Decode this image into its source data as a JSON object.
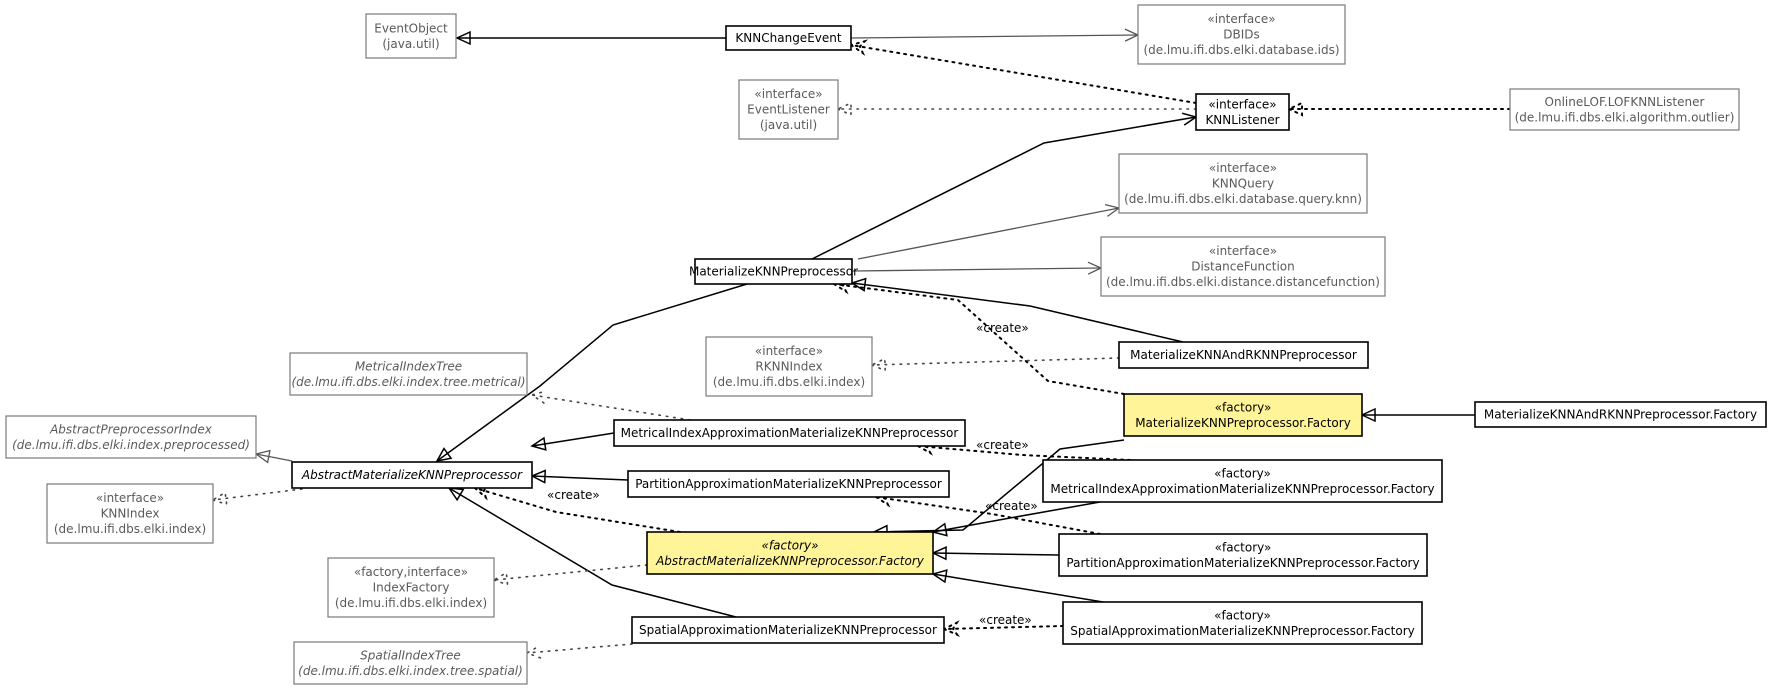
{
  "nodes": {
    "EventObject": {
      "lines": [
        "EventObject",
        "(java.util)"
      ]
    },
    "KNNChangeEvent": {
      "lines": [
        "KNNChangeEvent"
      ]
    },
    "DBIDs": {
      "lines": [
        "«interface»",
        "DBIDs",
        "(de.lmu.ifi.dbs.elki.database.ids)"
      ]
    },
    "EventListener": {
      "lines": [
        "«interface»",
        "EventListener",
        "(java.util)"
      ]
    },
    "KNNListener": {
      "lines": [
        "«interface»",
        "KNNListener"
      ]
    },
    "OnlineLOF": {
      "lines": [
        "OnlineLOF.LOFKNNListener",
        "(de.lmu.ifi.dbs.elki.algorithm.outlier)"
      ]
    },
    "KNNQuery": {
      "lines": [
        "«interface»",
        "KNNQuery",
        "(de.lmu.ifi.dbs.elki.database.query.knn)"
      ]
    },
    "DistanceFunction": {
      "lines": [
        "«interface»",
        "DistanceFunction",
        "(de.lmu.ifi.dbs.elki.distance.distancefunction)"
      ]
    },
    "MaterializeKNNPreprocessor": {
      "lines": [
        "MaterializeKNNPreprocessor"
      ]
    },
    "MaterializeKNNAndRKNNPreprocessor": {
      "lines": [
        "MaterializeKNNAndRKNNPreprocessor"
      ]
    },
    "RKNNIndex": {
      "lines": [
        "«interface»",
        "RKNNIndex",
        "(de.lmu.ifi.dbs.elki.index)"
      ]
    },
    "MetricalIndexTree": {
      "lines": [
        "MetricalIndexTree",
        "(de.lmu.ifi.dbs.elki.index.tree.metrical)"
      ]
    },
    "MaterializeKNNPreprocessorFactory": {
      "lines": [
        "«factory»",
        "MaterializeKNNPreprocessor.Factory"
      ]
    },
    "MaterializeKNNAndRKNNPreprocessorFactory": {
      "lines": [
        "MaterializeKNNAndRKNNPreprocessor.Factory"
      ]
    },
    "AbstractPreprocessorIndex": {
      "lines": [
        "AbstractPreprocessorIndex",
        "(de.lmu.ifi.dbs.elki.index.preprocessed)"
      ]
    },
    "MetricalIndexApproximation": {
      "lines": [
        "MetricalIndexApproximationMaterializeKNNPreprocessor"
      ]
    },
    "AbstractMaterializeKNNPreprocessor": {
      "lines": [
        "AbstractMaterializeKNNPreprocessor"
      ]
    },
    "MetricalIndexApproximationFactory": {
      "lines": [
        "«factory»",
        "MetricalIndexApproximationMaterializeKNNPreprocessor.Factory"
      ]
    },
    "KNNIndex": {
      "lines": [
        "«interface»",
        "KNNIndex",
        "(de.lmu.ifi.dbs.elki.index)"
      ]
    },
    "PartitionApproximation": {
      "lines": [
        "PartitionApproximationMaterializeKNNPreprocessor"
      ]
    },
    "AbstractMaterializeKNNPreprocessorFactory": {
      "lines": [
        "«factory»",
        "AbstractMaterializeKNNPreprocessor.Factory"
      ]
    },
    "PartitionApproximationFactory": {
      "lines": [
        "«factory»",
        "PartitionApproximationMaterializeKNNPreprocessor.Factory"
      ]
    },
    "IndexFactory": {
      "lines": [
        "«factory,interface»",
        "IndexFactory",
        "(de.lmu.ifi.dbs.elki.index)"
      ]
    },
    "SpatialApproximation": {
      "lines": [
        "SpatialApproximationMaterializeKNNPreprocessor"
      ]
    },
    "SpatialApproximationFactory": {
      "lines": [
        "«factory»",
        "SpatialApproximationMaterializeKNNPreprocessor.Factory"
      ]
    },
    "SpatialIndexTree": {
      "lines": [
        "SpatialIndexTree",
        "(de.lmu.ifi.dbs.elki.index.tree.spatial)"
      ]
    }
  },
  "edge_labels": {
    "create": "«create»"
  }
}
